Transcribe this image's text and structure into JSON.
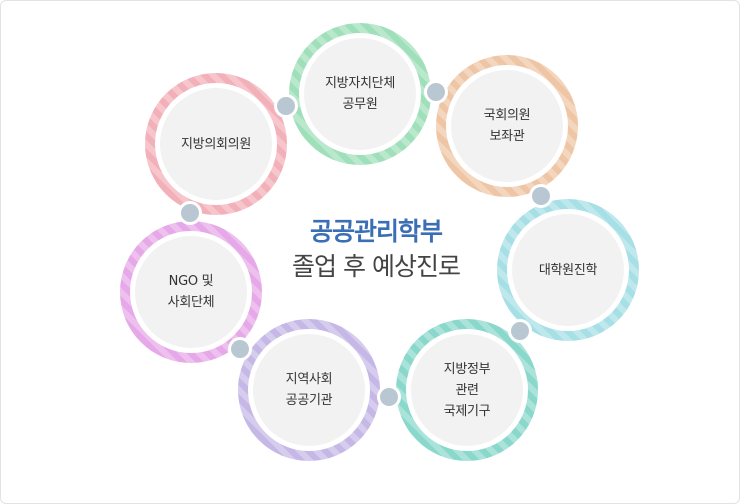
{
  "diagram": {
    "title_line1": "공공관리학부",
    "title_line2": "졸업 후 예상진로",
    "nodes": [
      {
        "label": "지방자치단체\n공무원",
        "color": "#9fdfb9"
      },
      {
        "label": "국회의원\n보좌관",
        "color": "#efc6a5"
      },
      {
        "label": "대학원진학",
        "color": "#a6dfe6"
      },
      {
        "label": "지방정부\n관련\n국제기구",
        "color": "#8ad8cc"
      },
      {
        "label": "지역사회\n공공기관",
        "color": "#c6b8e6"
      },
      {
        "label": "NGO 및\n사회단체",
        "color": "#e6a8e8"
      },
      {
        "label": "지방의회의원",
        "color": "#f2b0b8"
      }
    ]
  }
}
